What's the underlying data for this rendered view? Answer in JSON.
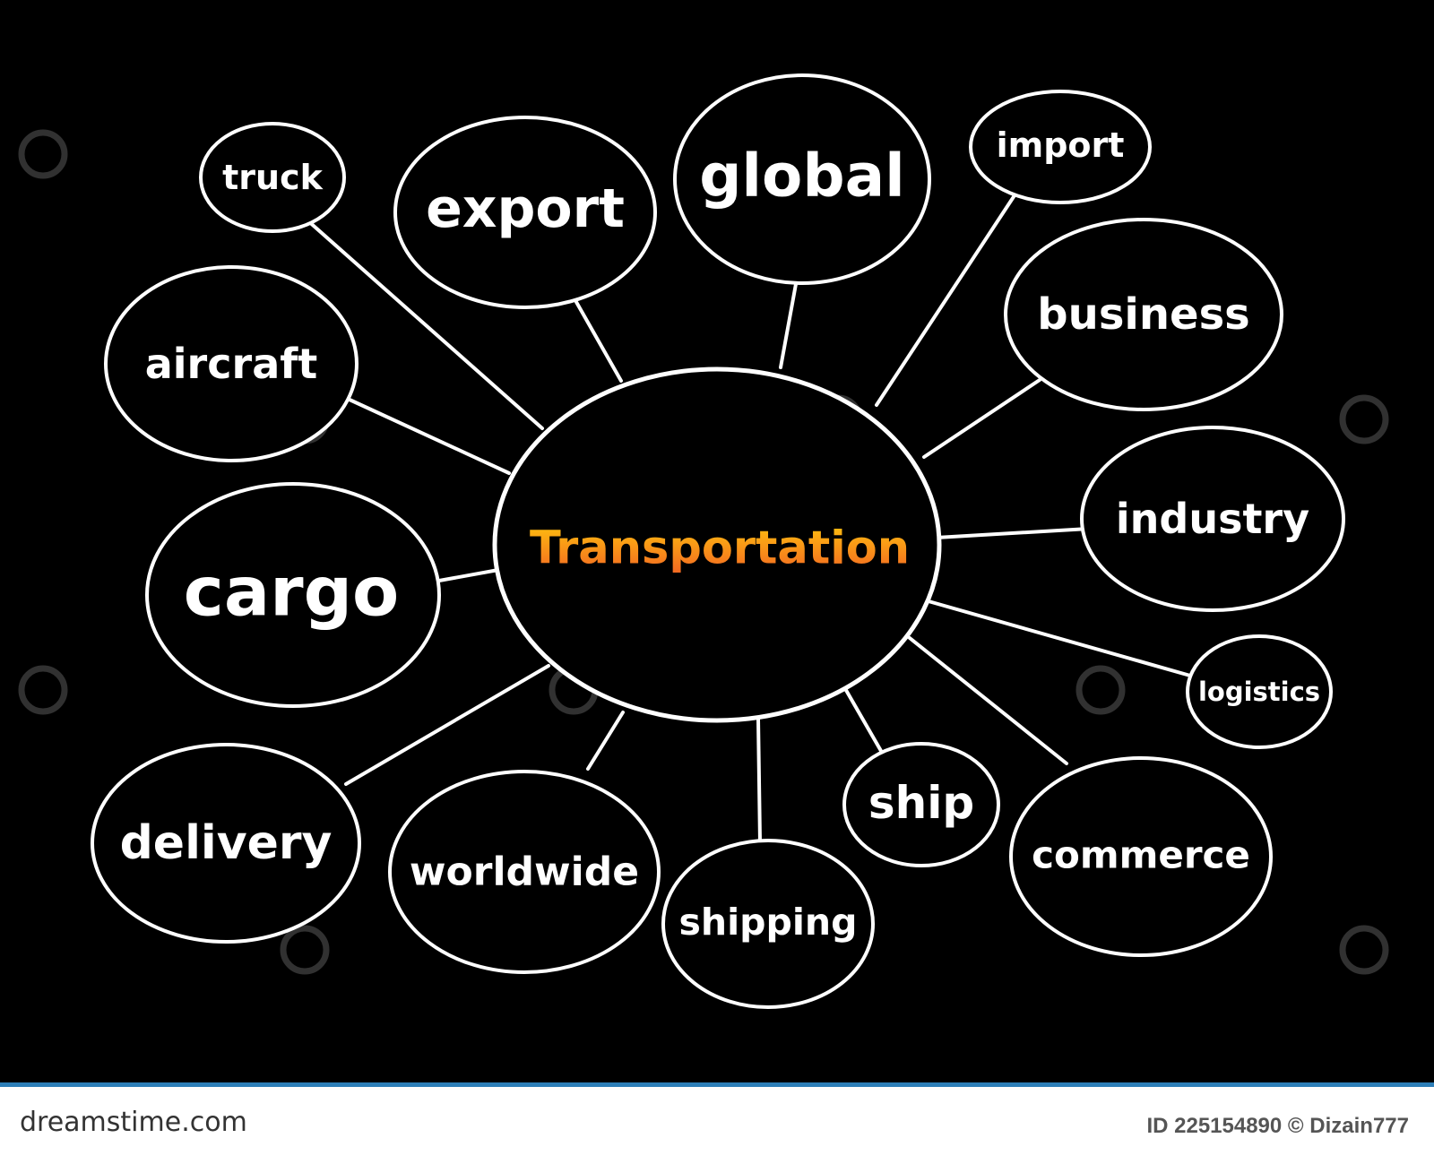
{
  "diagram": {
    "center": {
      "label": "Transportation"
    },
    "nodes": [
      {
        "key": "truck",
        "label": "truck"
      },
      {
        "key": "export",
        "label": "export"
      },
      {
        "key": "global",
        "label": "global"
      },
      {
        "key": "import",
        "label": "import"
      },
      {
        "key": "business",
        "label": "business"
      },
      {
        "key": "industry",
        "label": "industry"
      },
      {
        "key": "logistics",
        "label": "logistics"
      },
      {
        "key": "commerce",
        "label": "commerce"
      },
      {
        "key": "ship",
        "label": "ship"
      },
      {
        "key": "shipping",
        "label": "shipping"
      },
      {
        "key": "worldwide",
        "label": "worldwide"
      },
      {
        "key": "delivery",
        "label": "delivery"
      },
      {
        "key": "cargo",
        "label": "cargo"
      },
      {
        "key": "aircraft",
        "label": "aircraft"
      }
    ]
  },
  "footer": {
    "site": "dreamstime.com",
    "id_text": "ID 225154890 © Dizain777"
  },
  "colors": {
    "background": "#000000",
    "outline": "#ffffff",
    "center_text_top": "#ffc20e",
    "center_text_bottom": "#f26522",
    "footer_bar": "#2d7fb8"
  }
}
